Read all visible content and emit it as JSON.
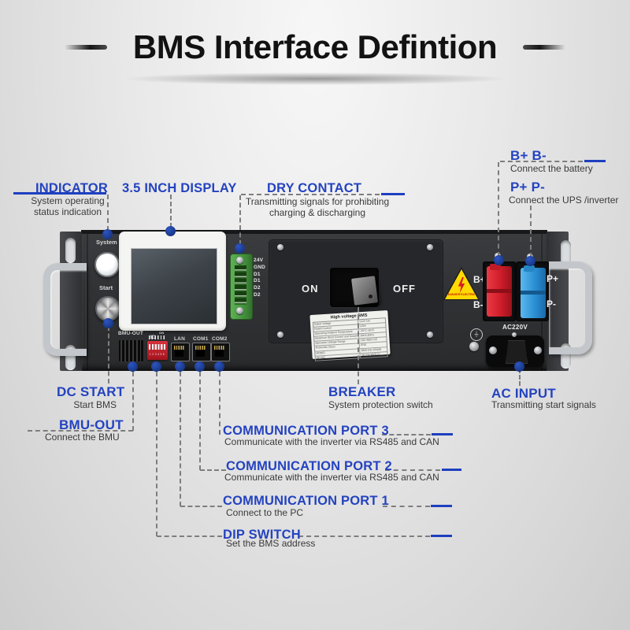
{
  "header": {
    "title": "BMS Interface Defintion"
  },
  "callouts": {
    "indicator": {
      "label": "INDICATOR",
      "desc": [
        "System operating",
        "status indication"
      ]
    },
    "display": {
      "label": "3.5 INCH DISPLAY"
    },
    "dry_contact": {
      "label": "DRY CONTACT",
      "desc": [
        "Transmitting signals for prohibiting",
        "charging & discharging"
      ]
    },
    "b_terminals": {
      "label": "B+ B-",
      "desc": "Connect the battery"
    },
    "p_terminals": {
      "label": "P+ P-",
      "desc": "Connect the UPS /inverter"
    },
    "dc_start": {
      "label": "DC START",
      "desc": "Start BMS"
    },
    "bmu_out": {
      "label": "BMU-OUT",
      "desc": "Connect the BMU"
    },
    "breaker": {
      "label": "BREAKER",
      "desc": "System protection switch"
    },
    "ac_input": {
      "label": "AC INPUT",
      "desc": "Transmitting start signals"
    },
    "com_port_3": {
      "label": "COMMUNICATION PORT 3",
      "desc": "Communicate with the inverter via RS485 and CAN"
    },
    "com_port_2": {
      "label": "COMMUNICATION PORT 2",
      "desc": "Communicate with the inverter via RS485 and CAN"
    },
    "com_port_1": {
      "label": "COMMUNICATION PORT 1",
      "desc": "Connect to the PC"
    },
    "dip_switch": {
      "label": "DIP SWITCH",
      "desc": "Set the BMS address"
    }
  },
  "device": {
    "system_label": "System",
    "start_label": "Start",
    "on_label": "ON",
    "off_label": "OFF",
    "dry_contact_pins": [
      "24V",
      "GND",
      "D1",
      "D1",
      "D2",
      "D2"
    ],
    "port_labels": {
      "bmu": "BMU-OUT",
      "id": "ID",
      "id_top": "ON",
      "lan": "LAN",
      "com1": "COM1",
      "com2": "COM2"
    },
    "dip_numbers": "123456",
    "b_plus": "B+",
    "b_minus": "B-",
    "p_plus": "P+",
    "p_minus": "P-",
    "ac_label": "AC220V",
    "warning_text": "DANGER ELECTRIC",
    "ground_symbol": "⏚",
    "spec_label": {
      "title": "High voltage BMS",
      "rows": [
        {
          "k": "Rated Voltage",
          "v": "512V DC"
        },
        {
          "k": "Rated Current",
          "v": "125A"
        },
        {
          "k": "Operating Ambient Temperature",
          "v": "-20°C~60°C"
        },
        {
          "k": "Maximum Short Current and Duration",
          "v": "20KA,50ms"
        },
        {
          "k": "Operation Voltage Range",
          "v": "240~480V DC"
        },
        {
          "k": "Protection Class",
          "v": "IP20"
        },
        {
          "k": "MODEL",
          "v": "BMS-GD 250(W)"
        },
        {
          "k": "QP NO.",
          "v": "NH-HV-BMS-01"
        }
      ]
    }
  },
  "colors": {
    "accent_blue": "#2443c0",
    "dot_blue": "#16347f",
    "connector_red": "#cf1d2a",
    "connector_blue": "#2b90d4",
    "terminal_green": "#3f8c39",
    "warning_yellow": "#ffd900"
  }
}
